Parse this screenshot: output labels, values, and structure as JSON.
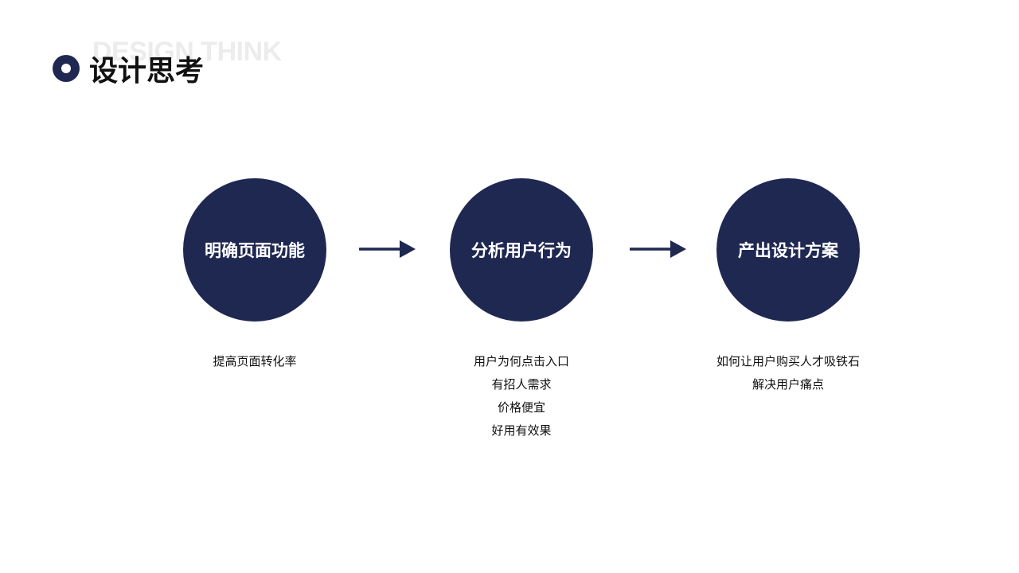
{
  "header": {
    "watermark": "DESIGN THINK",
    "title": "设计思考"
  },
  "colors": {
    "accent": "#1f2851",
    "text": "#111111",
    "background": "#ffffff"
  },
  "steps": [
    {
      "label": "明确页面功能",
      "notes": [
        "提高页面转化率"
      ]
    },
    {
      "label": "分析用户行为",
      "notes": [
        "用户为何点击入口",
        "有招人需求",
        "价格便宜",
        "好用有效果"
      ]
    },
    {
      "label": "产出设计方案",
      "notes": [
        "如何让用户购买人才吸铁石",
        "解决用户痛点"
      ]
    }
  ]
}
